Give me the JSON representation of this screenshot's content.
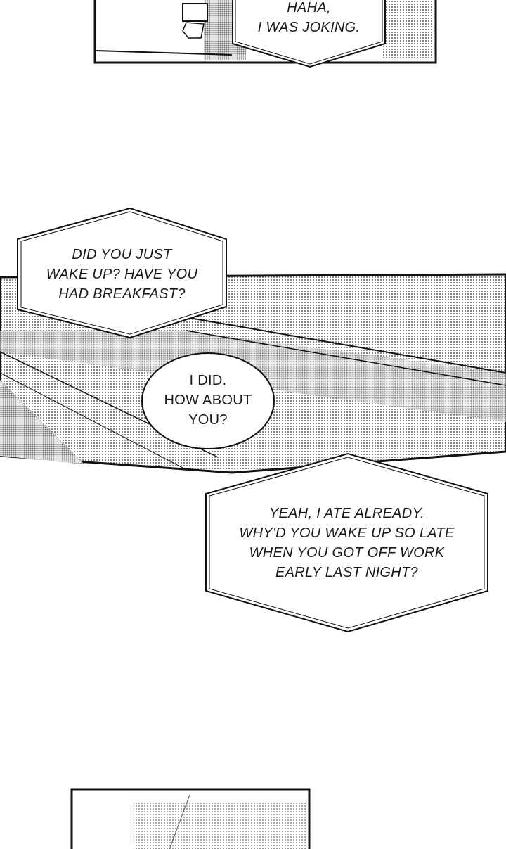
{
  "panels": [
    {
      "bubble": {
        "lines": [
          "HAHA,",
          "I WAS JOKING."
        ]
      }
    },
    {
      "bubbles": [
        {
          "lines": [
            "DID YOU JUST",
            "WAKE UP? HAVE YOU",
            "HAD BREAKFAST?"
          ]
        },
        {
          "lines": [
            "I DID.",
            "HOW ABOUT",
            "YOU?"
          ]
        }
      ]
    },
    {
      "bubble": {
        "lines": [
          "YEAH, I ATE ALREADY.",
          "WHY'D YOU WAKE UP SO LATE",
          "WHEN YOU GOT OFF WORK",
          "EARLY LAST NIGHT?"
        ]
      }
    }
  ],
  "colors": {
    "ink": "#111111",
    "paper": "#ffffff",
    "screentone": "#9a9a9a"
  }
}
